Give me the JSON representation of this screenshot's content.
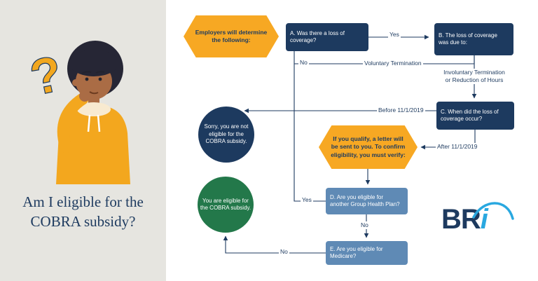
{
  "left_panel": {
    "question_mark": "?",
    "title_lines": [
      "Am I eligible for the",
      "COBRA subsidy?"
    ]
  },
  "flowchart": {
    "nodes": {
      "employers_hex": [
        "Employers will determine",
        "the following:"
      ],
      "box_a": [
        "A.  Was there a loss of",
        "coverage?"
      ],
      "box_b": [
        "B.  The loss of coverage",
        "was due to:"
      ],
      "box_c": [
        "C.  When did the loss of",
        "coverage occur?"
      ],
      "qualify_hex": [
        "If you qualify, a letter will",
        "be sent to you.  To confirm",
        "eligibility, you must verify:"
      ],
      "box_d": [
        "D.  Are you eligible for",
        "another Group Health Plan?"
      ],
      "box_e": [
        "E.  Are you eligible for",
        "Medicare?"
      ],
      "not_eligible_circle": [
        "Sorry, you are not",
        "eligible for the",
        "COBRA subsidy."
      ],
      "eligible_circle": [
        "You are eligible for",
        "the COBRA subsidy."
      ]
    },
    "edges": {
      "yes_a_to_b": "Yes",
      "no_from_a": "No",
      "voluntary_termination": "Voluntary Termination",
      "involuntary_termination": [
        "Involuntary Termination",
        "or Reduction of Hours"
      ],
      "before_date": "Before 11/1/2019",
      "after_date": "After 11/1/2019",
      "yes_from_d": "Yes",
      "no_d_to_e": "No",
      "no_from_e": "No"
    }
  },
  "logo": {
    "br": "BR",
    "i": "i"
  },
  "colors": {
    "navy": "#1d3a5f",
    "orange": "#f7a823",
    "mid_blue": "#5f8ab5",
    "green": "#23784a",
    "logo_blue": "#29a8e0",
    "panel_gray": "#e6e5e0"
  }
}
